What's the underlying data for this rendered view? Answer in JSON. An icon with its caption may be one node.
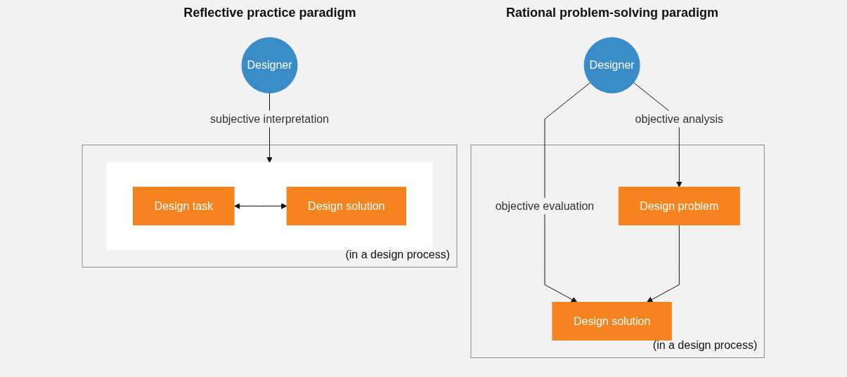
{
  "diagram": {
    "nodes": [
      {
        "text": [
          "(in a design process)"
        ]
      },
      {
        "text": [
          "Designer"
        ]
      },
      {
        "text": [
          "Design problem"
        ],
        "in": 0
      },
      {
        "text": [
          "Design solution"
        ],
        "in": 0
      },
      {
        "text": [
          "(in a design process)"
        ]
      },
      {
        "text": [
          "Designer"
        ]
      },
      {
        "text": [],
        "shape": "box",
        "in": 4
      },
      {
        "text": [
          "Design task"
        ],
        "in": 6
      },
      {
        "text": [
          "Design solution"
        ],
        "in": 6
      }
    ],
    "edges": [
      {
        "from": 1,
        "to": 2,
        "arrow": "to",
        "label": "objective analysis"
      },
      {
        "from": 1,
        "to": 3,
        "arrow": "to",
        "label": "objective evaluation"
      },
      {
        "from": 2,
        "to": 3,
        "arrow": "to"
      },
      {
        "from": 5,
        "to": 6,
        "arrow": "to",
        "label": "subjective interpretation"
      },
      {
        "from": 7,
        "to": 8,
        "arrow": "both"
      }
    ],
    "labels": [
      "Rational problem-solving paradigm",
      "Reflective practice paradigm"
    ]
  }
}
